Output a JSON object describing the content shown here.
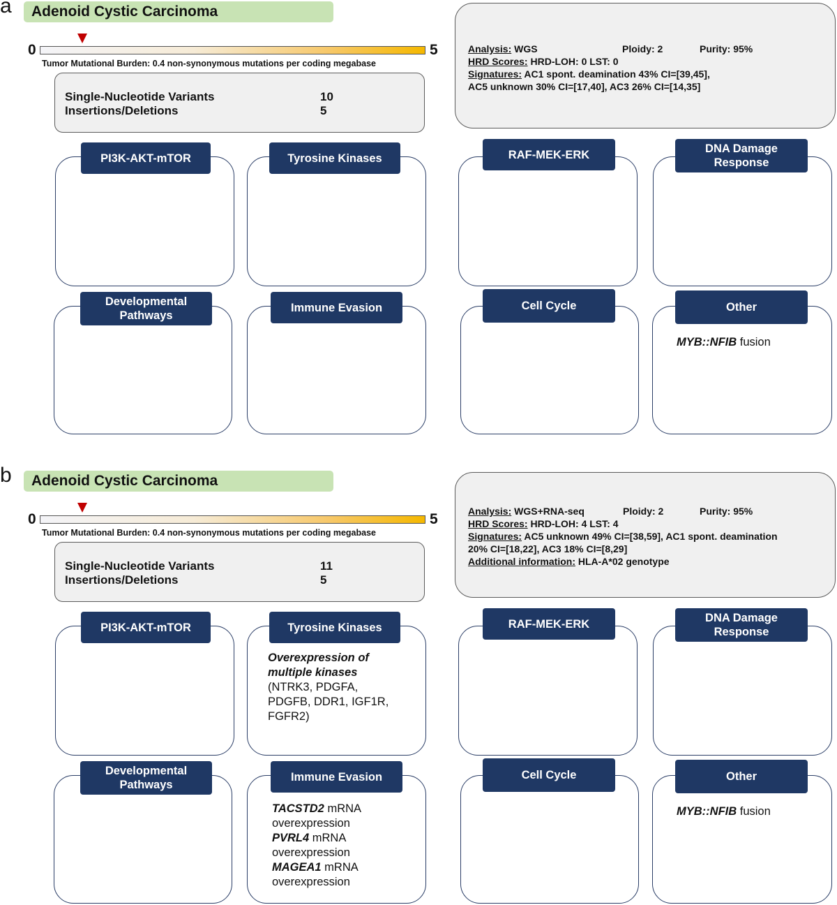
{
  "panels": [
    {
      "letter": "a",
      "title": "Adenoid Cystic Carcinoma",
      "tmb": {
        "min": "0",
        "max": "5",
        "value": 0.4,
        "caption": "Tumor Mutational Burden: 0.4 non-synonymous mutations per coding megabase"
      },
      "counts": {
        "snv_label": "Single-Nucleotide Variants",
        "snv_value": "10",
        "indel_label": "Insertions/Deletions",
        "indel_value": "5"
      },
      "info": {
        "analysis_key": "Analysis:",
        "analysis_val": "WGS",
        "ploidy": "Ploidy: 2",
        "purity": "Purity: 95%",
        "hrd_key": "HRD Scores:",
        "hrd_val": "HRD-LOH: 0 LST: 0",
        "sig_key": "Signatures:",
        "sig_val1": "AC1 spont. deamination 43% CI=[39,45],",
        "sig_line2": "AC5 unknown 30% CI=[17,40], AC3 26% CI=[14,35]"
      },
      "pathways": {
        "pi3k": "PI3K-AKT-mTOR",
        "tk": "Tyrosine Kinases",
        "raf": "RAF-MEK-ERK",
        "ddr": "DNA Damage Response",
        "dev": "Developmental Pathways",
        "immune": "Immune Evasion",
        "cellcycle": "Cell Cycle",
        "other": "Other"
      },
      "other_content": {
        "gene": "MYB::NFIB",
        "text": " fusion"
      }
    },
    {
      "letter": "b",
      "title": "Adenoid Cystic Carcinoma",
      "tmb": {
        "min": "0",
        "max": "5",
        "value": 0.4,
        "caption": "Tumor Mutational Burden: 0.4 non-synonymous mutations per coding megabase"
      },
      "counts": {
        "snv_label": "Single-Nucleotide Variants",
        "snv_value": "11",
        "indel_label": "Insertions/Deletions",
        "indel_value": "5"
      },
      "info": {
        "analysis_key": "Analysis:",
        "analysis_val": "WGS+RNA-seq",
        "ploidy": "Ploidy: 2",
        "purity": "Purity: 95%",
        "hrd_key": "HRD Scores:",
        "hrd_val": "HRD-LOH: 4 LST: 4",
        "sig_key": "Signatures:",
        "sig_val1": "AC5 unknown 49% CI=[38,59], AC1 spont. deamination",
        "sig_line2": "20% CI=[18,22], AC3 18% CI=[8,29]",
        "addl_key": "Additional information:",
        "addl_val": "HLA-A*02 genotype"
      },
      "pathways": {
        "pi3k": "PI3K-AKT-mTOR",
        "tk": "Tyrosine Kinases",
        "raf": "RAF-MEK-ERK",
        "ddr": "DNA Damage Response",
        "dev": "Developmental Pathways",
        "immune": "Immune Evasion",
        "cellcycle": "Cell Cycle",
        "other": "Other"
      },
      "tk_content": {
        "bold1": "Overexpression of",
        "bold2": "multiple kinases",
        "list1": "(NTRK3, PDGFA,",
        "list2": "PDGFB, DDR1, IGF1R,",
        "list3": "FGFR2)"
      },
      "immune_content": [
        {
          "gene": "TACSTD2",
          "text": " mRNA",
          "text2": "overexpression"
        },
        {
          "gene": "PVRL4",
          "text": " mRNA",
          "text2": "overexpression"
        },
        {
          "gene": "MAGEA1",
          "text": " mRNA",
          "text2": "overexpression"
        }
      ],
      "other_content": {
        "gene": "MYB::NFIB",
        "text": " fusion"
      }
    }
  ],
  "colors": {
    "title_bg": "#c8e3b4",
    "header_bg": "#1f3864",
    "marker": "#c00000",
    "tmb_high": "#f5b800"
  }
}
